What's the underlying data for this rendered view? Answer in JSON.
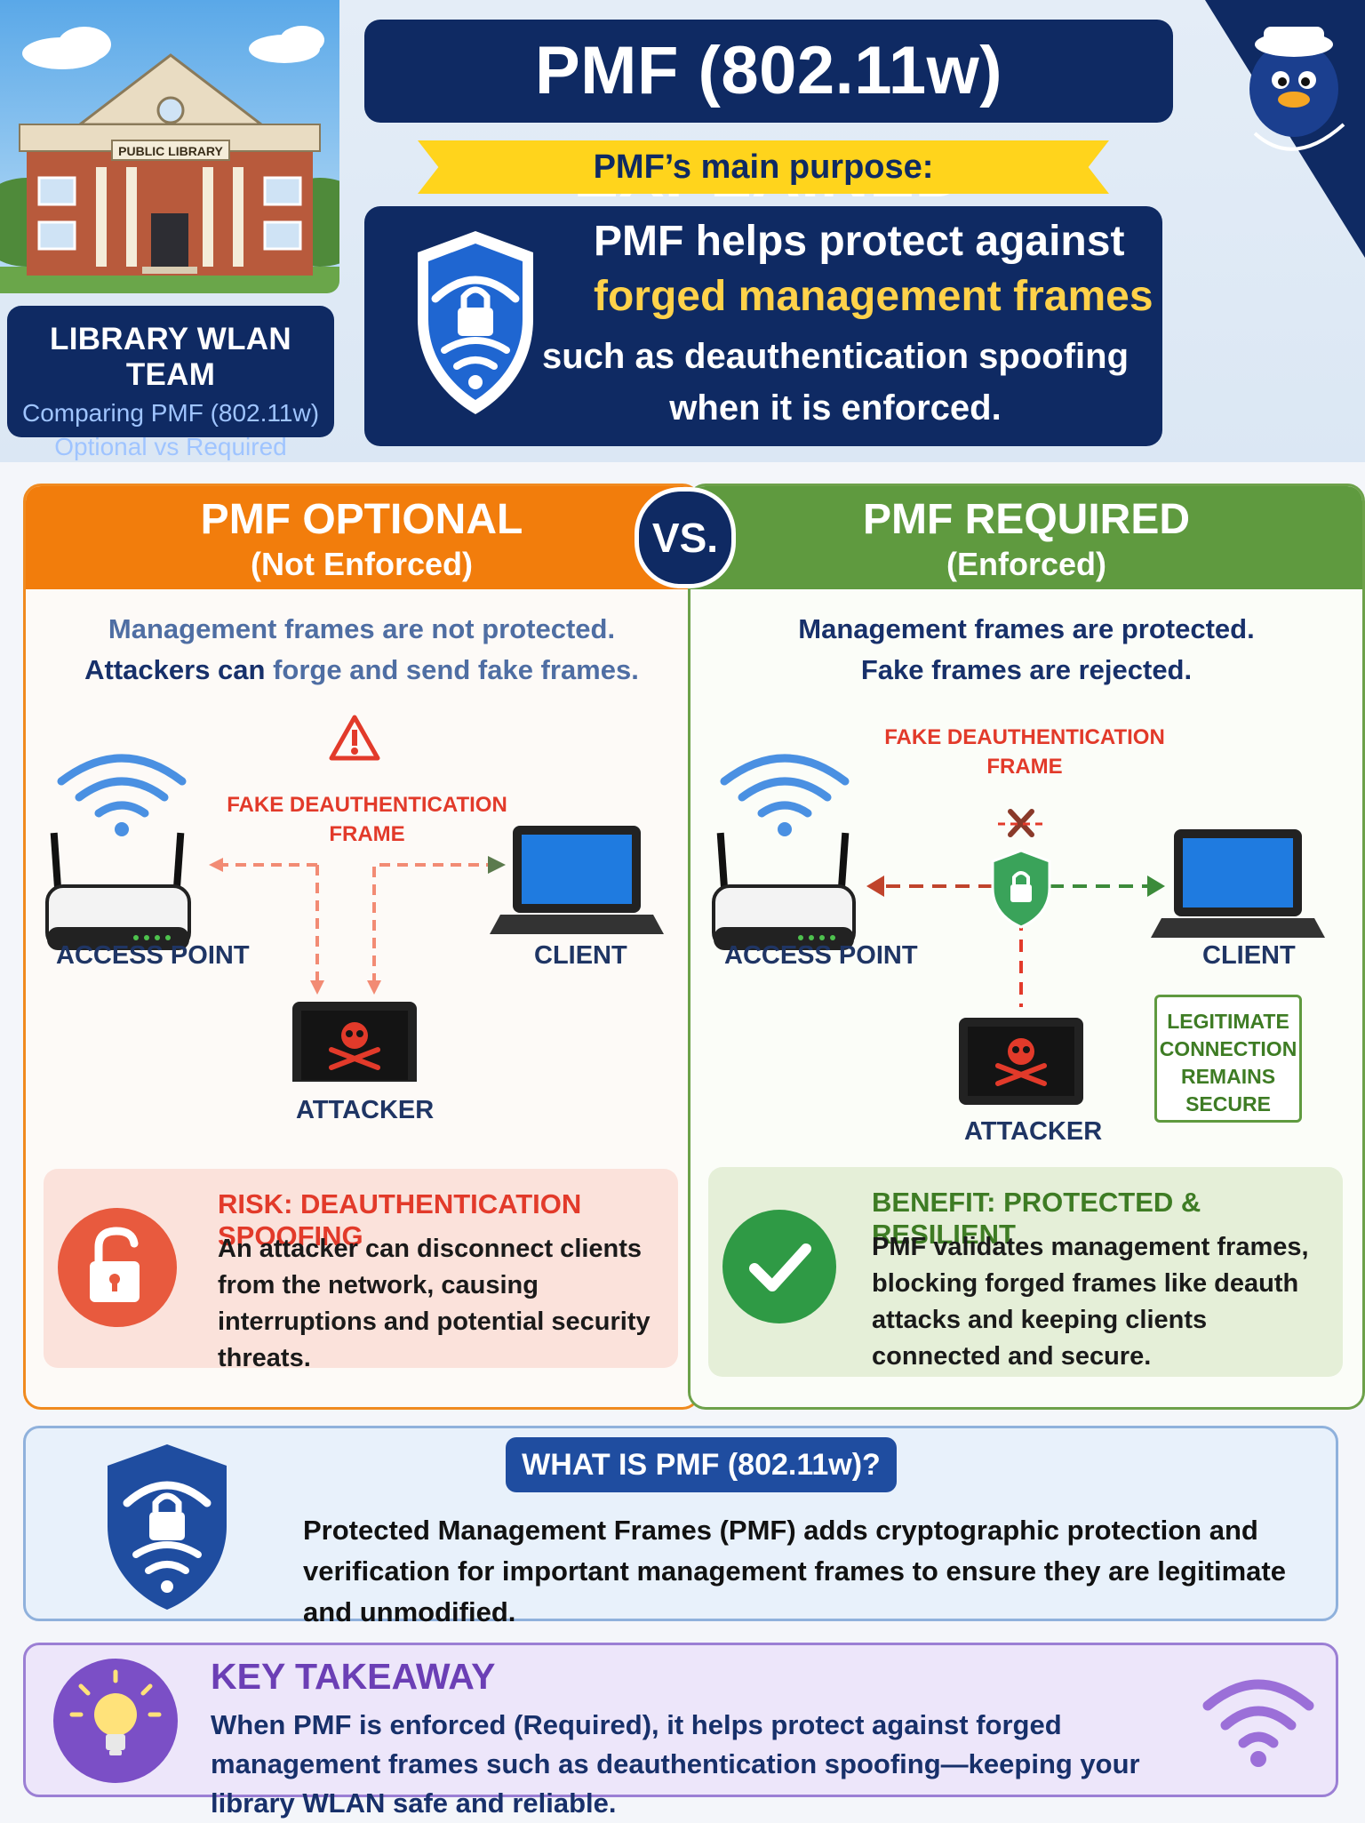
{
  "header": {
    "title": "PMF (802.11w) EXPLAINED",
    "ribbon": "PMF’s main purpose:",
    "purpose_line1": "PMF helps protect against",
    "purpose_line2": "forged management frames",
    "purpose_line3": "such as deauthentication spoofing",
    "purpose_line4": "when it is enforced.",
    "library_sign": "PUBLIC LIBRARY",
    "team_title": "LIBRARY WLAN TEAM",
    "team_sub1": "Comparing PMF (802.11w)",
    "team_sub2": "Optional vs Required"
  },
  "vs": "VS.",
  "optional": {
    "title": "PMF OPTIONAL",
    "subtitle": "(Not Enforced)",
    "desc1": "Management frames are not protected.",
    "desc2_a": "Attackers can ",
    "desc2_b": "forge and send fake frames.",
    "fake_frame_line1": "FAKE DEAUTHENTICATION",
    "fake_frame_line2": "FRAME",
    "ap_label": "ACCESS POINT",
    "client_label": "CLIENT",
    "attacker_label": "ATTACKER",
    "risk_title": "RISK: DEAUTHENTICATION SPOOFING",
    "risk_text": "An attacker can disconnect clients from the network, causing interruptions and potential security threats."
  },
  "required": {
    "title": "PMF REQUIRED",
    "subtitle": "(Enforced)",
    "desc1": "Management frames are protected.",
    "desc2": "Fake frames are rejected.",
    "fake_frame_line1": "FAKE DEAUTHENTICATION",
    "fake_frame_line2": "FRAME",
    "ap_label": "ACCESS POINT",
    "client_label": "CLIENT",
    "attacker_label": "ATTACKER",
    "legit_line1": "LEGITIMATE",
    "legit_line2": "CONNECTION",
    "legit_line3": "REMAINS",
    "legit_line4": "SECURE",
    "benefit_title": "BENEFIT: PROTECTED & RESILIENT",
    "benefit_text": "PMF validates management frames, blocking forged frames like deauth attacks and keeping clients connected and secure."
  },
  "what_is": {
    "title": "WHAT IS PMF (802.11w)?",
    "text": "Protected Management Frames (PMF) adds cryptographic protection and verification for important management frames to ensure they are legitimate and unmodified."
  },
  "takeaway": {
    "title": "KEY TAKEAWAY",
    "text": "When PMF is enforced (Required), it helps protect against forged management frames such as deauthentication spoofing—keeping your library WLAN safe and reliable."
  },
  "colors": {
    "navy": "#0f2a63",
    "orange": "#f27d0c",
    "green": "#5f9a3f",
    "red": "#e23a2a",
    "yellow": "#ffd41c",
    "purple": "#6b3fb5"
  }
}
